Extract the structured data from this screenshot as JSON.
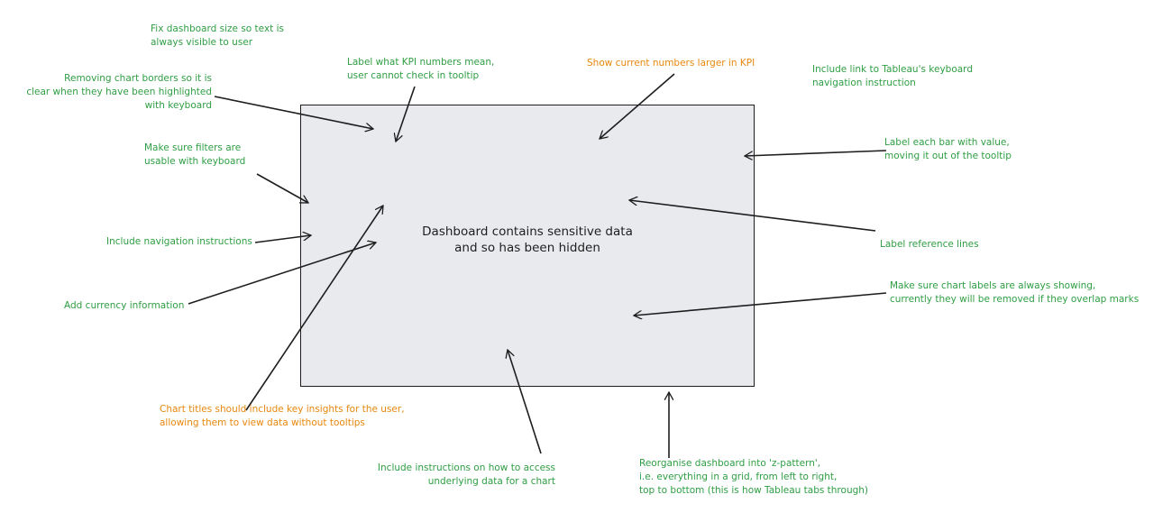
{
  "placeholder": {
    "text": "Dashboard contains sensitive data\nand so has been hidden"
  },
  "notes": {
    "fix_size": "Fix dashboard size so text is\nalways visible to user",
    "label_kpi": "Label what KPI numbers mean,\nuser cannot check in tooltip",
    "show_current": "Show current numbers larger in KPI",
    "tableau_link": "Include link to Tableau's keyboard\nnavigation instruction",
    "remove_borders": "Removing chart borders so it is\nclear when they have been highlighted\nwith keyboard",
    "filters": "Make sure filters are\nusable with keyboard",
    "nav_instructions": "Include navigation instructions",
    "currency": "Add currency information",
    "label_bars": "Label each bar with value,\nmoving it out of the tooltip",
    "ref_lines": "Label reference lines",
    "chart_labels": "Make sure chart labels are always showing,\ncurrently they will be removed if they overlap marks",
    "chart_titles": "Chart titles should include key insights for the user,\nallowing them to view data without tooltips",
    "underlying_data": "Include instructions on how to access\nunderlying data for a chart",
    "z_pattern": "Reorganise dashboard into 'z-pattern',\ni.e. everything in a grid, from left to right,\ntop to bottom (this is how Tableau tabs through)"
  },
  "colors": {
    "green": "#2f9e44",
    "orange": "#e8870e",
    "box_fill": "#e9eaee",
    "stroke": "#1e1e1e"
  }
}
